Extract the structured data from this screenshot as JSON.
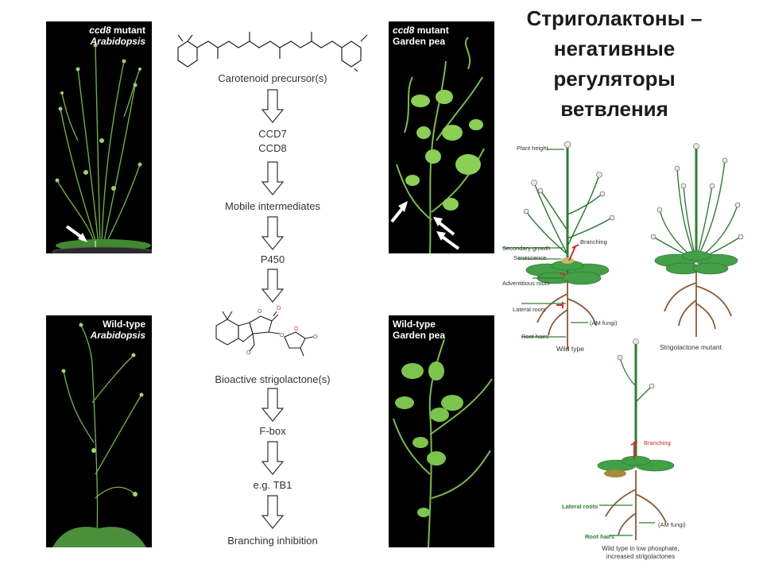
{
  "title": "Стриголактоны – негативные регуляторы ветвления",
  "photos": {
    "top_left": {
      "line1_italic": "ccd8",
      "line1_rest": " mutant",
      "line2": "Arabidopsis"
    },
    "top_right": {
      "line1_italic": "ccd8",
      "line1_rest": " mutant",
      "line2": "Garden pea"
    },
    "bottom_left": {
      "line1": "Wild-type",
      "line2": "Arabidopsis"
    },
    "bottom_right": {
      "line1": "Wild-type",
      "line2": "Garden pea"
    }
  },
  "pathway": {
    "steps": [
      "Carotenoid precursor(s)",
      "CCD7",
      "CCD8",
      "Mobile intermediates",
      "P450",
      "Bioactive strigolactone(s)",
      "F-box",
      "e.g. TB1",
      "Branching inhibition"
    ]
  },
  "wildtype_diagram": {
    "labels": {
      "plant_height": "Plant height",
      "secondary_growth": "Secondary growth",
      "branching": "Branching",
      "senescence": "Senescence",
      "adventitious_roots": "Adventitious roots",
      "lateral_roots": "Lateral roots",
      "am_fungi": "(AM fungi)",
      "root_hairs": "Root hairs",
      "caption": "Wild type"
    }
  },
  "mutant_diagram": {
    "caption": "Strigolactone mutant"
  },
  "lowp_diagram": {
    "labels": {
      "branching": "Branching",
      "lateral_roots": "Lateral roots",
      "am_fungi": "(AM fungi)",
      "root_hairs": "Root hairs",
      "caption_line1": "Wild type in low phosphate,",
      "caption_line2": "increased strigolactones"
    }
  },
  "colors": {
    "stem": "#2e7d32",
    "leaf": "#3f9a3f",
    "root": "#8a5a35",
    "inhibit": "#d32f2f",
    "photo_bg": "#000000"
  }
}
